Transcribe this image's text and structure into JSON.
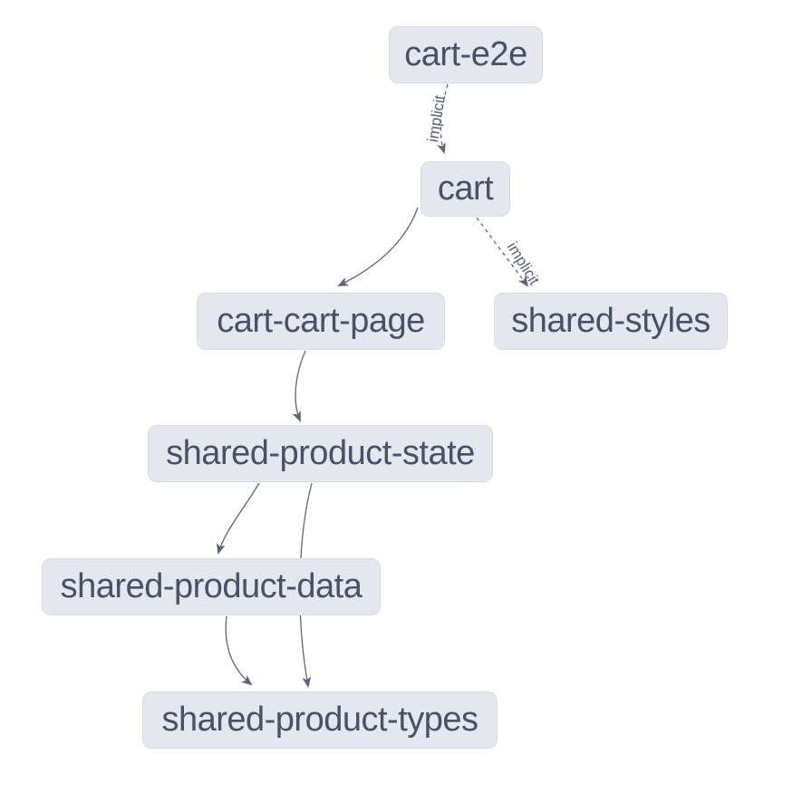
{
  "diagram": {
    "type": "dependency-graph",
    "nodes": [
      {
        "id": "cart-e2e",
        "label": "cart-e2e"
      },
      {
        "id": "cart",
        "label": "cart"
      },
      {
        "id": "cart-cart-page",
        "label": "cart-cart-page"
      },
      {
        "id": "shared-styles",
        "label": "shared-styles"
      },
      {
        "id": "shared-product-state",
        "label": "shared-product-state"
      },
      {
        "id": "shared-product-data",
        "label": "shared-product-data"
      },
      {
        "id": "shared-product-types",
        "label": "shared-product-types"
      }
    ],
    "edges": [
      {
        "from": "cart-e2e",
        "to": "cart",
        "type": "implicit",
        "label": "implicit"
      },
      {
        "from": "cart",
        "to": "cart-cart-page",
        "type": "static",
        "label": ""
      },
      {
        "from": "cart",
        "to": "shared-styles",
        "type": "implicit",
        "label": "implicit"
      },
      {
        "from": "cart-cart-page",
        "to": "shared-product-state",
        "type": "static",
        "label": ""
      },
      {
        "from": "shared-product-state",
        "to": "shared-product-data",
        "type": "static",
        "label": ""
      },
      {
        "from": "shared-product-state",
        "to": "shared-product-types",
        "type": "static",
        "label": ""
      },
      {
        "from": "shared-product-data",
        "to": "shared-product-types",
        "type": "static",
        "label": ""
      }
    ],
    "colors": {
      "background": "#ffffff",
      "node_fill": "#e4e7ee",
      "node_border": "#d7dbe4",
      "node_text": "#485166",
      "edge": "#5c6678"
    }
  }
}
